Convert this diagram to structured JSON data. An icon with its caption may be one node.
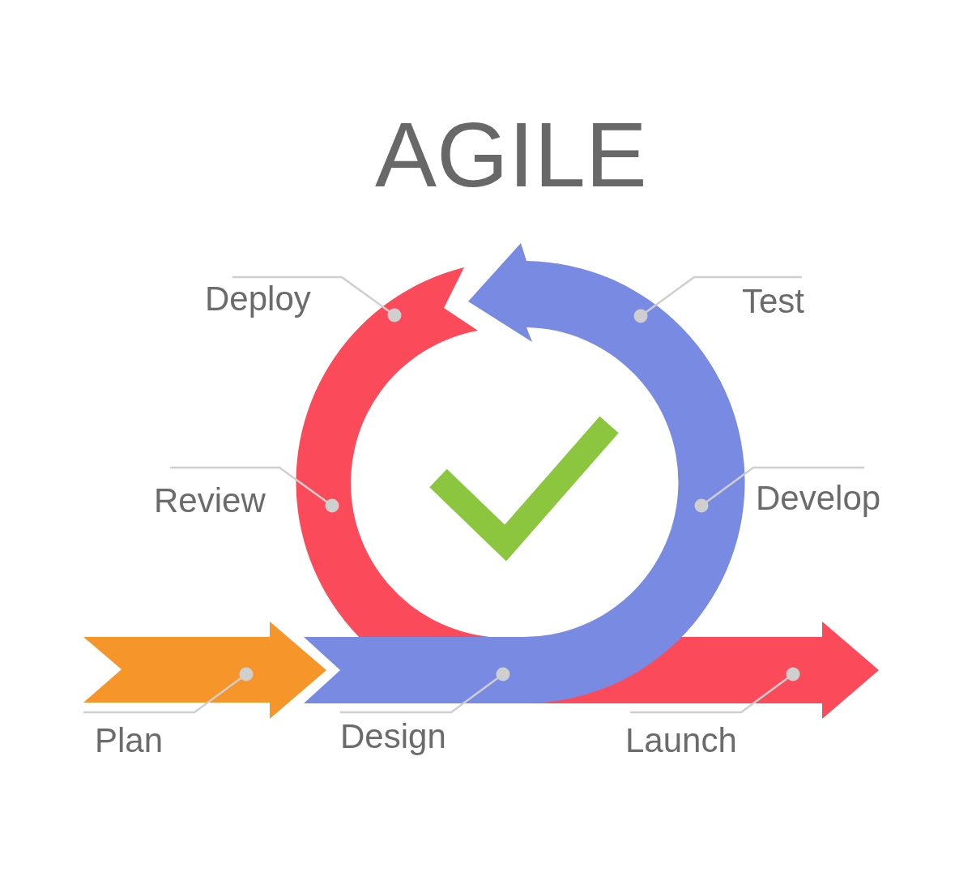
{
  "diagram": {
    "title": "AGILE",
    "nodes": [
      {
        "text": [
          "Deploy"
        ]
      },
      {
        "text": [
          "Test"
        ]
      },
      {
        "text": [
          "Review"
        ]
      },
      {
        "text": [
          "Develop"
        ]
      },
      {
        "text": [
          "Plan"
        ]
      },
      {
        "text": [
          "Design"
        ]
      },
      {
        "text": [
          "Launch"
        ]
      },
      {
        "text": [],
        "shape": "arrow"
      },
      {
        "text": [],
        "shape": "arrow"
      },
      {
        "text": [],
        "shape": "arrow"
      }
    ],
    "edges": [
      {
        "from": 0,
        "to": 8,
        "arrow": "other"
      },
      {
        "from": 1,
        "to": 9,
        "arrow": "other"
      },
      {
        "from": 2,
        "to": 8,
        "arrow": "other"
      },
      {
        "from": 3,
        "to": 9,
        "arrow": "other"
      },
      {
        "from": 4,
        "to": 7,
        "arrow": "other"
      },
      {
        "from": 5,
        "to": 9,
        "arrow": "other"
      },
      {
        "from": 6,
        "to": 8,
        "arrow": "other"
      }
    ]
  }
}
